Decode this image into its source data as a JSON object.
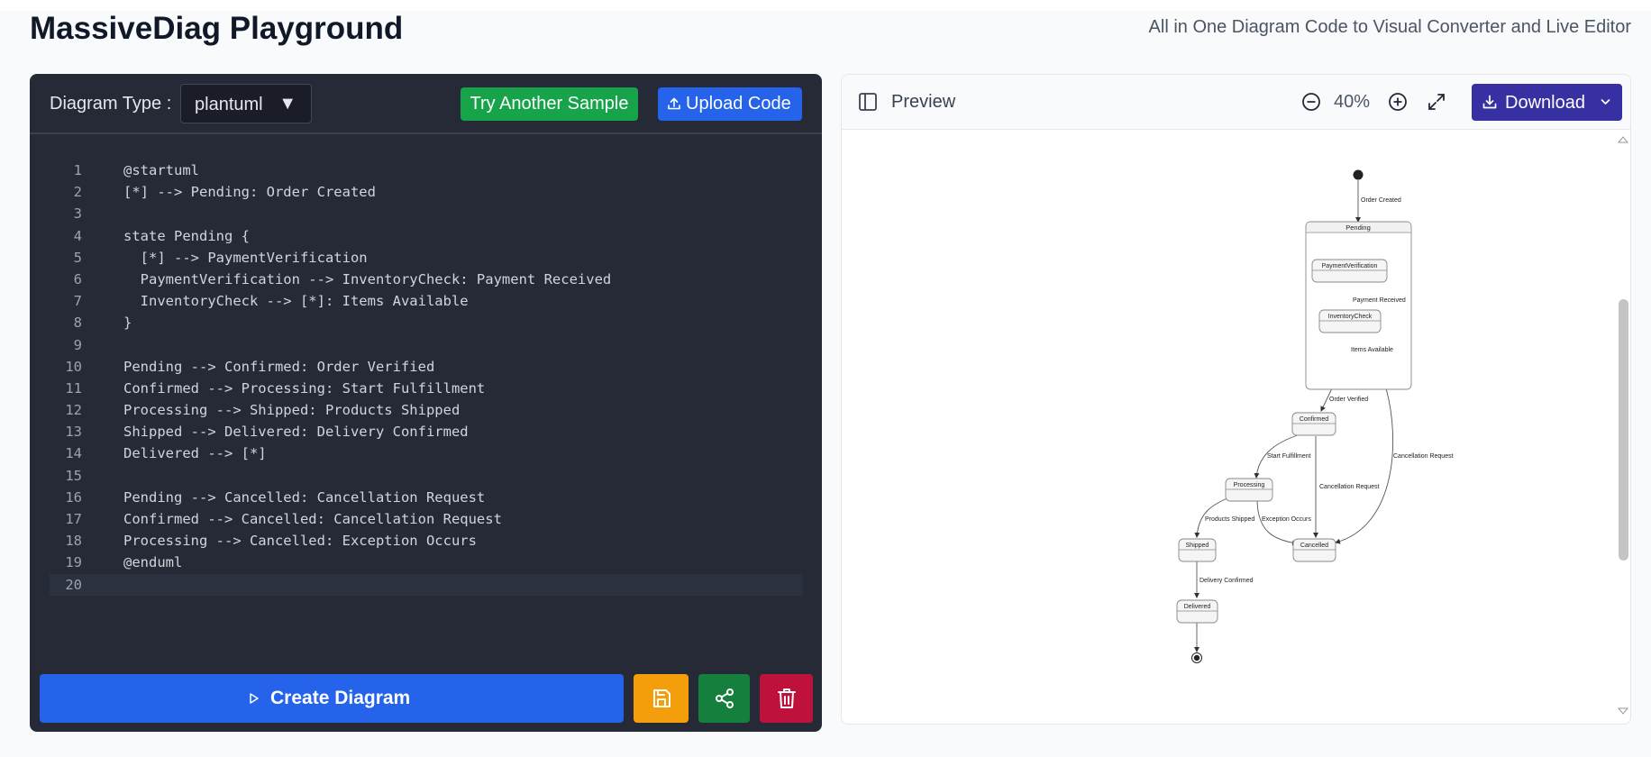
{
  "app": {
    "title": "MassiveDiag Playground",
    "subtitle": "All in One Diagram Code to Visual Converter and Live Editor"
  },
  "editor": {
    "diagram_type_label": "Diagram Type :",
    "diagram_type_value": "plantuml",
    "try_sample_label": "Try Another Sample",
    "upload_label": "Upload Code",
    "create_label": "Create Diagram",
    "lines": [
      {
        "n": "1",
        "t": "@startuml"
      },
      {
        "n": "2",
        "t": "[*] --> Pending: Order Created"
      },
      {
        "n": "3",
        "t": ""
      },
      {
        "n": "4",
        "t": "state Pending {"
      },
      {
        "n": "5",
        "t": "  [*] --> PaymentVerification"
      },
      {
        "n": "6",
        "t": "  PaymentVerification --> InventoryCheck: Payment Received"
      },
      {
        "n": "7",
        "t": "  InventoryCheck --> [*]: Items Available"
      },
      {
        "n": "8",
        "t": "}"
      },
      {
        "n": "9",
        "t": ""
      },
      {
        "n": "10",
        "t": "Pending --> Confirmed: Order Verified"
      },
      {
        "n": "11",
        "t": "Confirmed --> Processing: Start Fulfillment"
      },
      {
        "n": "12",
        "t": "Processing --> Shipped: Products Shipped"
      },
      {
        "n": "13",
        "t": "Shipped --> Delivered: Delivery Confirmed"
      },
      {
        "n": "14",
        "t": "Delivered --> [*]"
      },
      {
        "n": "15",
        "t": ""
      },
      {
        "n": "16",
        "t": "Pending --> Cancelled: Cancellation Request"
      },
      {
        "n": "17",
        "t": "Confirmed --> Cancelled: Cancellation Request"
      },
      {
        "n": "18",
        "t": "Processing --> Cancelled: Exception Occurs"
      },
      {
        "n": "19",
        "t": "@enduml"
      },
      {
        "n": "20",
        "t": ""
      }
    ]
  },
  "preview": {
    "title": "Preview",
    "zoom": "40%",
    "download_label": "Download",
    "diagram": {
      "states": {
        "pending": "Pending",
        "payment_verification": "PaymentVerification",
        "inventory_check": "InventoryCheck",
        "confirmed": "Confirmed",
        "processing": "Processing",
        "shipped": "Shipped",
        "cancelled": "Cancelled",
        "delivered": "Delivered"
      },
      "transitions": {
        "order_created": "Order Created",
        "payment_received": "Payment Received",
        "items_available": "Items Available",
        "order_verified": "Order Verified",
        "start_fulfillment": "Start Fulfillment",
        "cancellation_request_1": "Cancellation Request",
        "cancellation_request_2": "Cancellation Request",
        "products_shipped": "Products Shipped",
        "exception_occurs": "Exception Occurs",
        "delivery_confirmed": "Delivery Confirmed"
      }
    }
  },
  "colors": {
    "editor_bg": "#262a36",
    "try_sample": "#16a34a",
    "upload": "#2563eb",
    "create": "#2563eb",
    "save": "#f59e0b",
    "share": "#15803d",
    "delete": "#be123c",
    "download": "#3730a3"
  },
  "icons": {
    "upload": "upload-icon",
    "play": "play-icon",
    "save": "save-icon",
    "share": "share-icon",
    "delete": "trash-icon",
    "sidebar": "sidebar-toggle-icon",
    "zoom_out": "zoom-out-icon",
    "zoom_in": "zoom-in-icon",
    "fullscreen": "fullscreen-icon",
    "download": "download-icon",
    "chevron": "chevron-down-icon"
  }
}
